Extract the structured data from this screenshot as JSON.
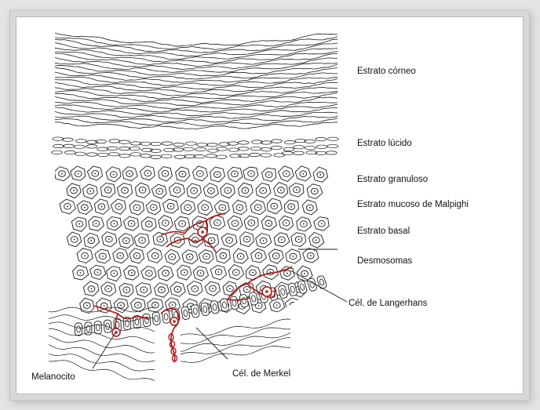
{
  "diagram": {
    "labels": {
      "cornified": "Estrato córneo",
      "lucidum": "Estrato lúcido",
      "granulosum": "Estrato granuloso",
      "malpighi": "Estrato mucoso de Malpighi",
      "basal": "Estrato basal",
      "desmosomes": "Desmosomas",
      "langerhans": "Cél. de Langerhans",
      "melanocyte": "Melanocito",
      "merkel": "Cél. de Merkel"
    },
    "colors": {
      "ink": "#1a1a1a",
      "cell_highlight": "#b01c1c",
      "frame": "#d7d9d6"
    }
  }
}
